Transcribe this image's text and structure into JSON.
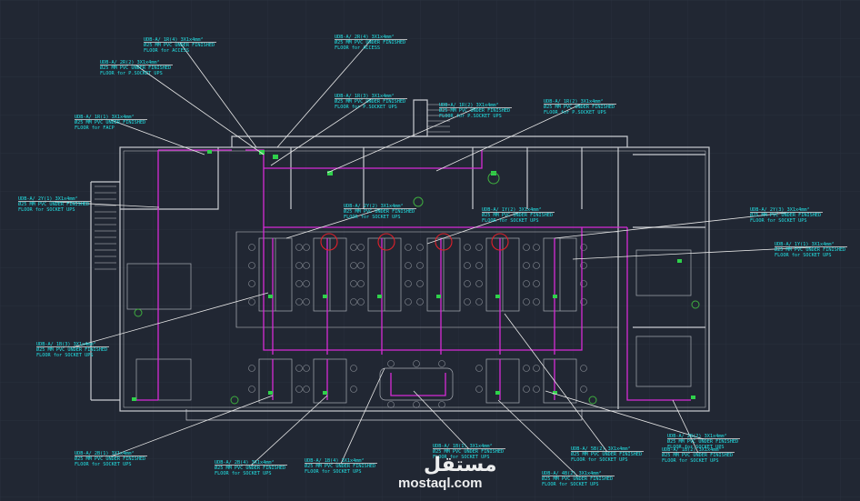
{
  "plan": {
    "colors": {
      "background": "#212733",
      "grid": "#2c3340",
      "walls": "#c9ccd2",
      "furniture": "#a9adb4",
      "cable_route": "#d62bd6",
      "leader": "#e8e8e8",
      "label_text": "#22e3e6",
      "marker_red": "#e0202a",
      "socket_green": "#2fd14b",
      "plant_green": "#3fae3f"
    }
  },
  "labels": [
    {
      "l1": "UDB-A/ 1R(4)  3X1x4mm²",
      "l2": "Ø25 MM PVC UNDER FINISHED",
      "l3": "FLOOR for ACCESS"
    },
    {
      "l1": "UDB-A/ 2R(4)  3X1x4mm²",
      "l2": "Ø25 MM PVC UNDER FINISHED",
      "l3": "FLOOR for ACCESS"
    },
    {
      "l1": "UDB-A/ 2R(2)  3X1x4mm²",
      "l2": "Ø25 MM PVC UNDER FINISHED",
      "l3": "FLOOR for P.SOCKET UPS"
    },
    {
      "l1": "UDB-A/ 1R(3)  3X1x4mm²",
      "l2": "Ø25 MM PVC UNDER FINISHED",
      "l3": "FLOOR for P.SOCKET UPS"
    },
    {
      "l1": "UDB-A/ 1R(2)  3X1x4mm²",
      "l2": "Ø25 MM PVC UNDER FINISHED",
      "l3": "FLOOR for P.SOCKET UPS"
    },
    {
      "l1": "UDB-A/ 1R(2)  3X1x4mm²",
      "l2": "Ø25 MM PVC UNDER FINISHED",
      "l3": "FLOOR for P.SOCKET UPS"
    },
    {
      "l1": "UDB-A/ 1R(1)  3X1x4mm²",
      "l2": "Ø25 MM PVC UNDER FINISHED",
      "l3": "FLOOR for FACP"
    },
    {
      "l1": "UDB-A/ 2Y(1)  3X1x4mm²",
      "l2": "Ø25 MM PVC UNDER FINISHED",
      "l3": "FLOOR for SOCKET UPS"
    },
    {
      "l1": "UDB-A/ 2Y(2)  3X1x4mm²",
      "l2": "Ø25 MM PVC UNDER FINISHED",
      "l3": "FLOOR for SOCKET UPS"
    },
    {
      "l1": "UDB-A/ 1Y(2)  3X1x4mm²",
      "l2": "Ø25 MM PVC UNDER FINISHED",
      "l3": "FLOOR for SOCKET UPS"
    },
    {
      "l1": "UDB-A/ 2Y(3)  3X1x4mm²",
      "l2": "Ø25 MM PVC UNDER FINISHED",
      "l3": "FLOOR for SOCKET UPS"
    },
    {
      "l1": "UDB-A/ 1Y(1)  3X1x4mm²",
      "l2": "Ø25 MM PVC UNDER FINISHED",
      "l3": "FLOOR for SOCKET UPS"
    },
    {
      "l1": "UDB-A/ 1B(3)  3X1x4mm²",
      "l2": "Ø25 MM PVC UNDER FINISHED",
      "l3": "FLOOR for SOCKET UPS"
    },
    {
      "l1": "UDB-A/ 2B(1)  3X1x4mm²",
      "l2": "Ø25 MM PVC UNDER FINISHED",
      "l3": "FLOOR for SOCKET UPS"
    },
    {
      "l1": "UDB-A/ 2B(4)  3X1x4mm²",
      "l2": "Ø25 MM PVC UNDER FINISHED",
      "l3": "FLOOR for SOCKET UPS"
    },
    {
      "l1": "UDB-A/ 1B(4)  3X1x4mm²",
      "l2": "Ø25 MM PVC UNDER FINISHED",
      "l3": "FLOOR for SOCKET UPS"
    },
    {
      "l1": "UDB-A/ 1B(1)  3X1x4mm²",
      "l2": "Ø25 MM PVC UNDER FINISHED",
      "l3": "FLOOR for SOCKET UPS"
    },
    {
      "l1": "UDB-A/ 5B(2)  3X1x4mm²",
      "l2": "Ø25 MM PVC UNDER FINISHED",
      "l3": "FLOOR for SOCKET UPS"
    },
    {
      "l1": "UDB-A/ 2B(2)  3X1x4mm²",
      "l2": "Ø25 MM PVC UNDER FINISHED",
      "l3": "FLOOR for SOCKET UPS"
    },
    {
      "l1": "UDB-A/ 4B(2)  3X1x4mm²",
      "l2": "Ø25 MM PVC UNDER FINISHED",
      "l3": "FLOOR for SOCKET UPS"
    },
    {
      "l1": "UDB-A/ 1B(2)  3X1x4mm²",
      "l2": "Ø25 MM PVC UNDER FINISHED",
      "l3": "FLOOR for SOCKET UPS"
    }
  ],
  "watermark": {
    "arabic": "مستقل",
    "latin": "mostaql.com"
  }
}
